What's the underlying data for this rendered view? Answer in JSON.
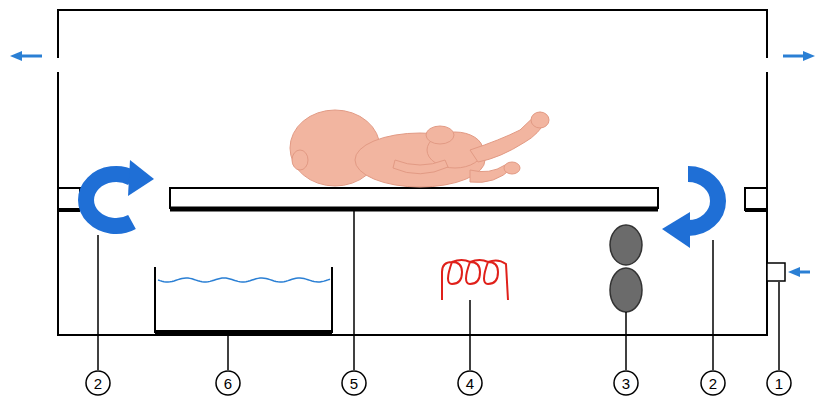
{
  "diagram": {
    "labels": [
      "2",
      "6",
      "5",
      "4",
      "3",
      "2",
      "1"
    ]
  }
}
